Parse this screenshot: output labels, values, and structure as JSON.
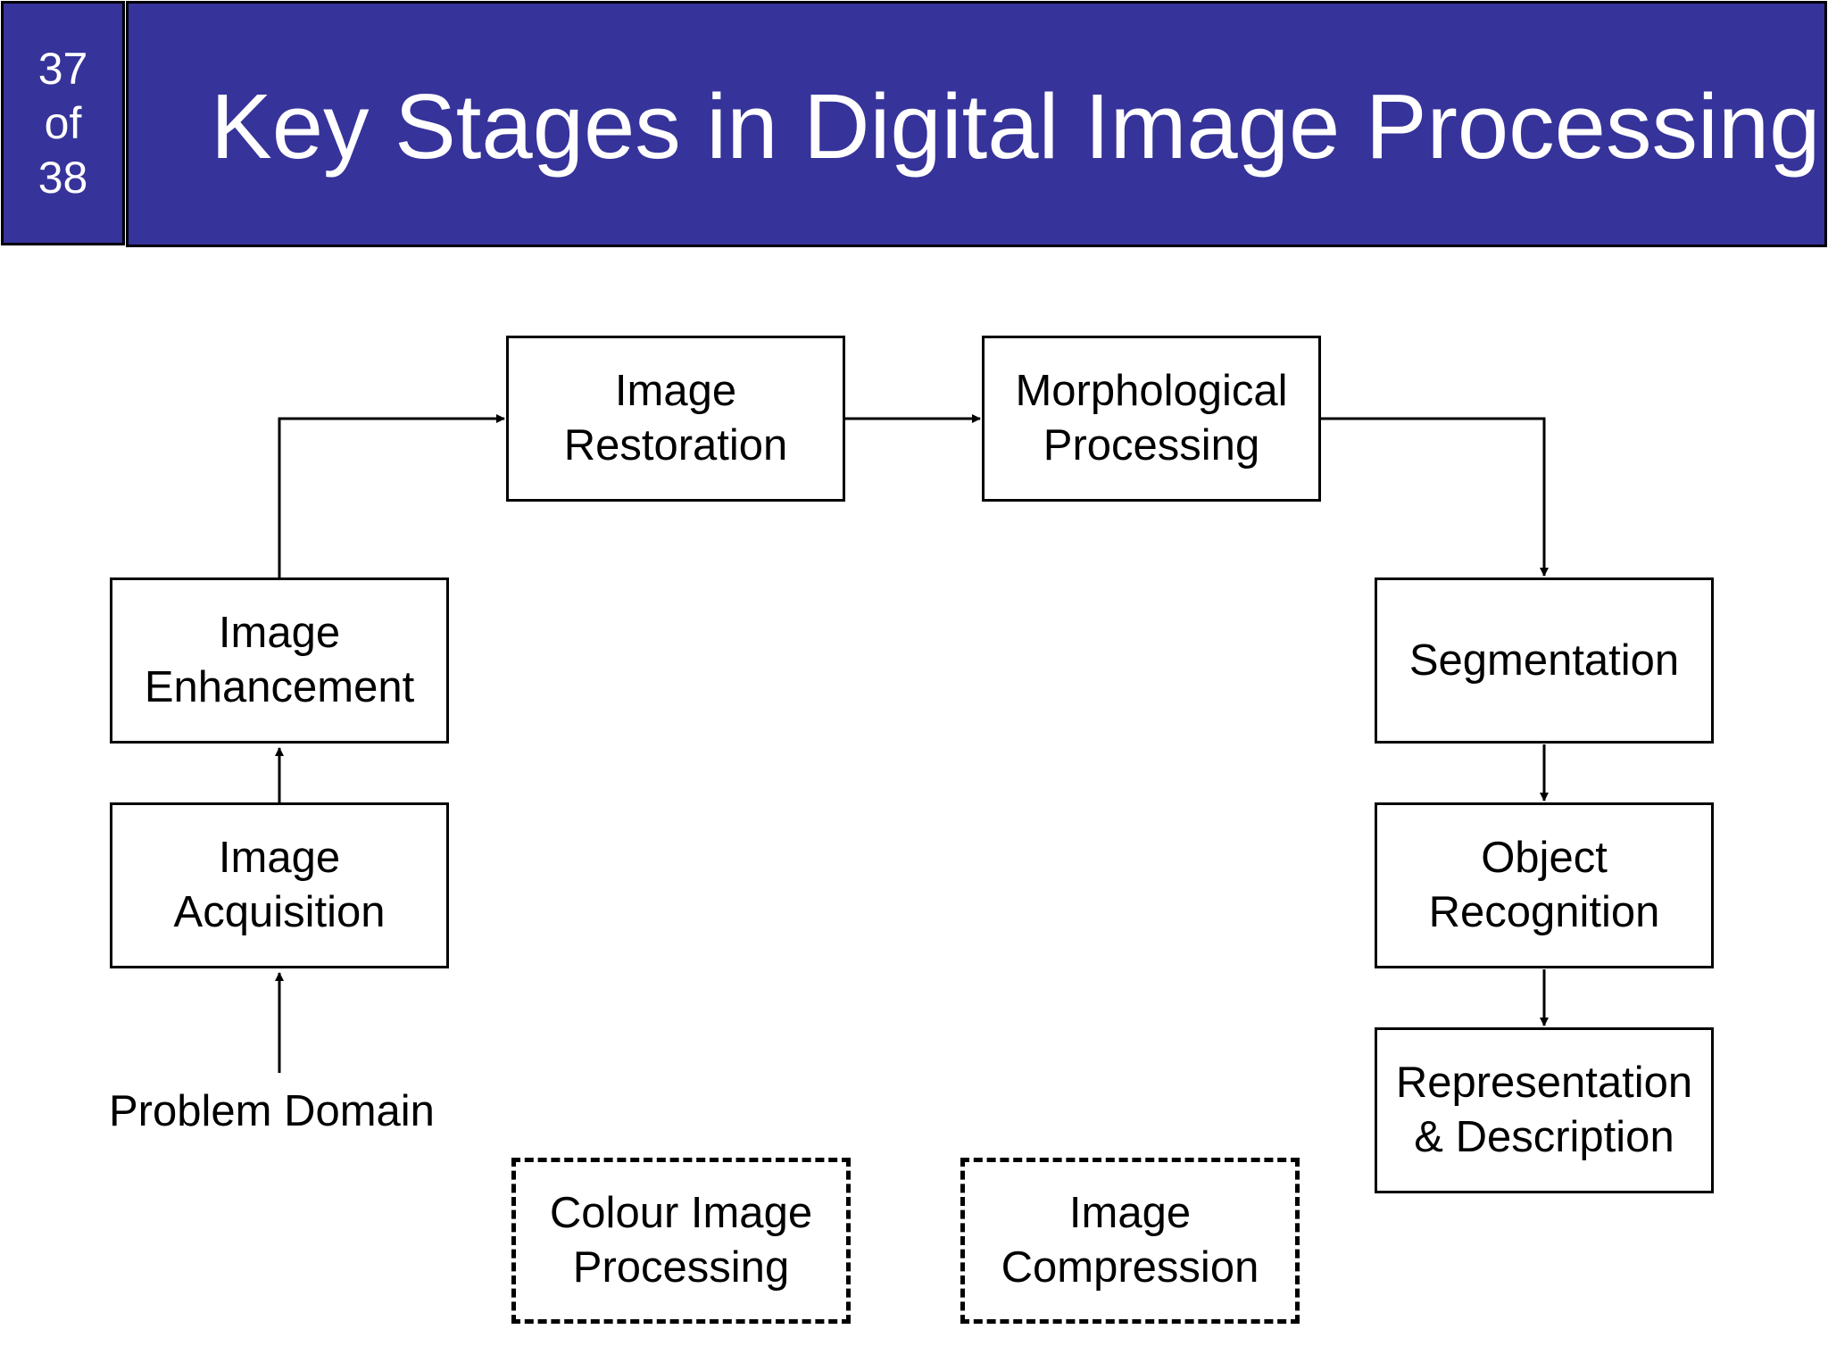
{
  "header": {
    "slide_number": "37",
    "slide_of": "of",
    "slide_total": "38",
    "title": "Key Stages in Digital Image Processing",
    "background_color": "#36339a"
  },
  "diagram": {
    "problem_domain": "Problem Domain",
    "stages": {
      "image_acquisition": {
        "line1": "Image",
        "line2": "Acquisition"
      },
      "image_enhancement": {
        "line1": "Image",
        "line2": "Enhancement"
      },
      "image_restoration": {
        "line1": "Image",
        "line2": "Restoration"
      },
      "morphological_processing": {
        "line1": "Morphological",
        "line2": "Processing"
      },
      "segmentation": {
        "line1": "Segmentation"
      },
      "object_recognition": {
        "line1": "Object",
        "line2": "Recognition"
      },
      "representation_description": {
        "line1": "Representation",
        "line2": "& Description"
      },
      "colour_image_processing": {
        "line1": "Colour Image",
        "line2": "Processing"
      },
      "image_compression": {
        "line1": "Image",
        "line2": "Compression"
      }
    }
  }
}
